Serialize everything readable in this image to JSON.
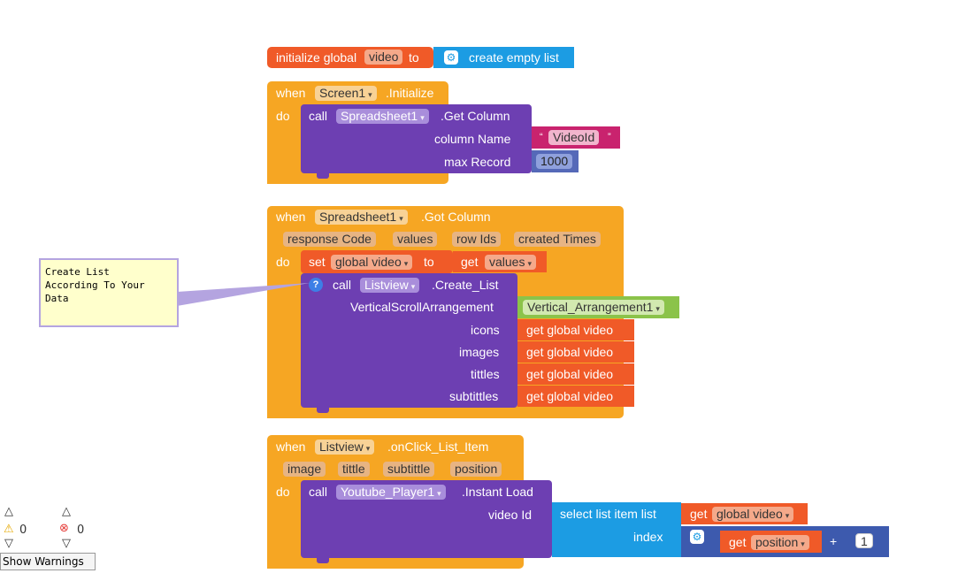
{
  "init_block": {
    "label_initialize": "initialize global",
    "var_name": "video",
    "label_to": "to",
    "value_label": "create empty list"
  },
  "screen_init": {
    "when": "when",
    "component": "Screen1",
    "event": ".Initialize",
    "do": "do",
    "call": "call",
    "call_component": "Spreadsheet1",
    "method": ".Get Column",
    "arg1_label": "column Name",
    "arg1_value": "VideoId",
    "quote_open": "“",
    "quote_close": "”",
    "arg2_label": "max Record",
    "arg2_value": "1000"
  },
  "got_column": {
    "when": "when",
    "component": "Spreadsheet1",
    "event": ".Got Column",
    "params": [
      "response Code",
      "values",
      "row Ids",
      "created Times"
    ],
    "do": "do",
    "set": "set",
    "set_var": "global video",
    "to": "to",
    "get": "get",
    "get_var": "values",
    "call": "call",
    "call_component": "Listview",
    "method": ".Create_List",
    "help": "?",
    "args": [
      {
        "label": "VerticalScrollArrangement",
        "value": "Vertical_Arrangement1"
      },
      {
        "label": "icons",
        "value": "get global video"
      },
      {
        "label": "images",
        "value": "get global video"
      },
      {
        "label": "tittles",
        "value": "get global video"
      },
      {
        "label": "subtittles",
        "value": "get global video"
      }
    ]
  },
  "comment_text": "Create List\nAccording To Your\nData",
  "onclick": {
    "when": "when",
    "component": "Listview",
    "event": ".onClick_List_Item",
    "params": [
      "image",
      "tittle",
      "subtittle",
      "position"
    ],
    "do": "do",
    "call": "call",
    "call_component": "Youtube_Player1",
    "method": ".Instant Load",
    "arg_label": "video Id",
    "select_label": "select list item  list",
    "get": "get",
    "get_var": "global video",
    "index_label": "index",
    "index_get_var": "position",
    "plus": "+",
    "index_add": "1"
  },
  "warnings": {
    "warning_count": "0",
    "error_count": "0",
    "button": "Show Warnings"
  },
  "icons": {
    "gear": "gear-icon",
    "help": "help-icon",
    "warning": "warning-icon",
    "error": "error-icon"
  }
}
